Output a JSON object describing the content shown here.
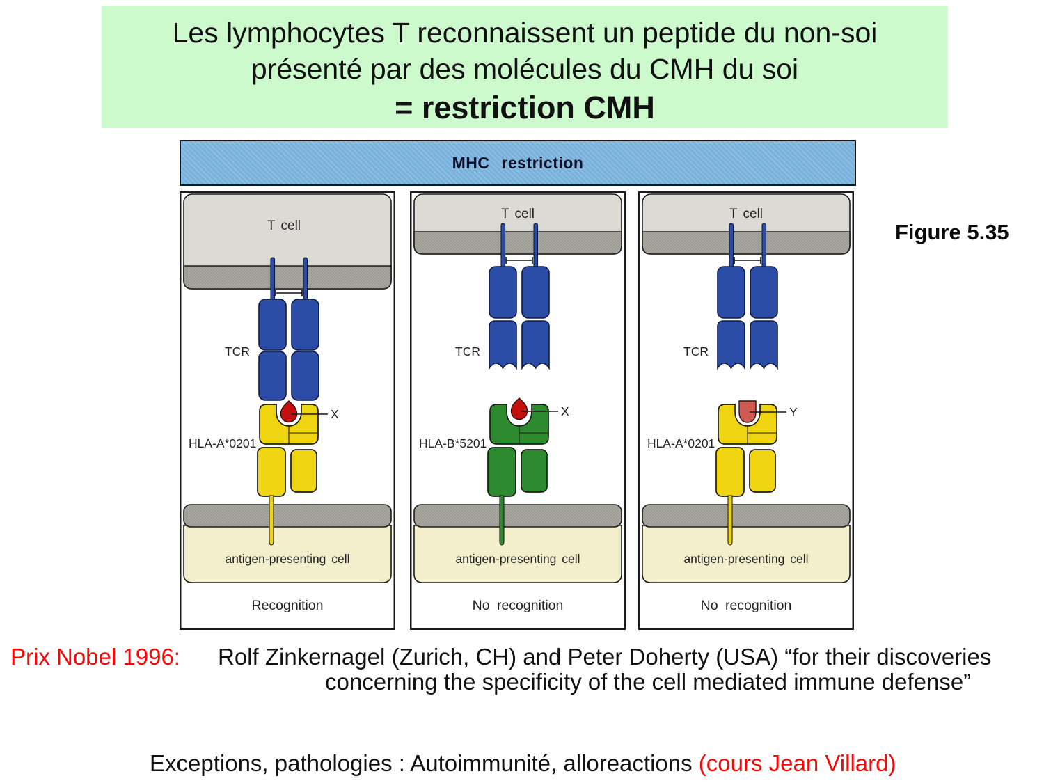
{
  "theme": {
    "page-bg": "#ffffff",
    "title-bg": "#cdfacd",
    "bar-blue": "#79b2dc",
    "ink": "#1c1c1c",
    "red": "#fe0505",
    "tcr-blue": "#2b4da8",
    "tcr-edge": "#0f1c40",
    "cell-gray": "#dbdad5",
    "memb-gray": "#a9a8a0",
    "memb-dot": "#8a897f",
    "apc-beige": "#f3eecb"
  },
  "title": {
    "line1": "Les lymphocytes T reconnaissent un peptide du non-soi",
    "line2": "présenté par des molécules du CMH du soi",
    "line3": "= restriction CMH"
  },
  "figure": {
    "header": "MHC restriction",
    "caption": "Figure 5.35",
    "panels": [
      {
        "cell": "T cell",
        "receptor": "TCR",
        "mhc": "HLA-A*0201",
        "peptide": "X",
        "apc": "antigen-presenting cell",
        "result": "Recognition",
        "mhc_color": "#efd411",
        "peptide_color": "#c30f0e"
      },
      {
        "cell": "T cell",
        "receptor": "TCR",
        "mhc": "HLA-B*5201",
        "peptide": "X",
        "apc": "antigen-presenting cell",
        "result": "No recognition",
        "mhc_color": "#2e8a2f",
        "peptide_color": "#c30f0e"
      },
      {
        "cell": "T cell",
        "receptor": "TCR",
        "mhc": "HLA-A*0201",
        "peptide": "Y",
        "apc": "antigen-presenting cell",
        "result": "No recognition",
        "mhc_color": "#efd411",
        "peptide_color": "#ce5a52"
      }
    ]
  },
  "nobel": {
    "label": "Prix Nobel 1996:",
    "line1": "Rolf Zinkernagel (Zurich, CH) and Peter Doherty (USA) “for their discoveries",
    "line2": "concerning the specificity of the cell mediated immune defense”"
  },
  "footer": {
    "black": "Exceptions, pathologies : Autoimmunité, alloreactions ",
    "red": "(cours Jean Villard)"
  }
}
